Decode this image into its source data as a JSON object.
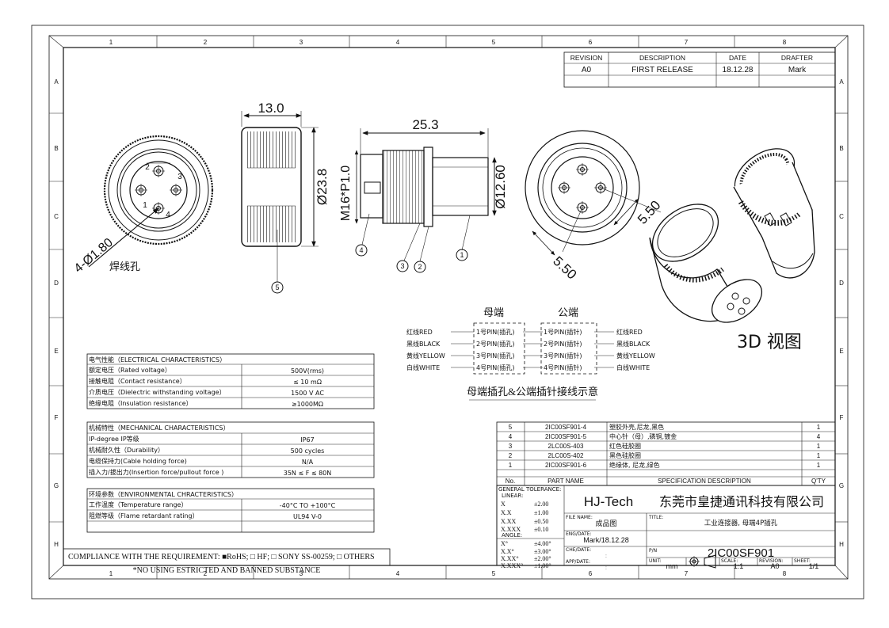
{
  "border": {
    "cols": [
      "1",
      "2",
      "3",
      "4",
      "5",
      "6",
      "7",
      "8"
    ],
    "rows": [
      "A",
      "B",
      "C",
      "D",
      "E",
      "F",
      "G",
      "H"
    ]
  },
  "revision": {
    "headers": [
      "REVISION",
      "DESCRIPTION",
      "DATE",
      "DRAFTER"
    ],
    "rows": [
      [
        "A0",
        "FIRST RELEASE",
        "18.12.28",
        "Mark"
      ]
    ]
  },
  "dims": {
    "d_front_hole": "4-Ø1.80",
    "weld_hole": "焊线孔",
    "len_13": "13.0",
    "dia_238": "Ø23.8",
    "len_253": "25.3",
    "thread": "M16*P1.0",
    "dia_126": "Ø12.60",
    "d550a": "5.50",
    "d550b": "5.50"
  },
  "callouts": [
    "1",
    "2",
    "3",
    "4",
    "5"
  ],
  "pins_front": [
    "1",
    "2",
    "3",
    "4"
  ],
  "view3d": "3D 视图",
  "wiring": {
    "female": "母端",
    "male": "公端",
    "caption": "母端插孔&公端插针接线示意",
    "left": [
      "红线RED",
      "黑线BLACK",
      "黄线YELLOW",
      "白线WHITE"
    ],
    "female_pins": [
      "1号PIN(插孔)",
      "2号PIN(插孔)",
      "3号PIN(插孔)",
      "4号PIN(插孔)"
    ],
    "male_pins": [
      "1号PIN(插针)",
      "2号PIN(插针)",
      "3号PIN(插针)",
      "4号PIN(插针)"
    ],
    "right": [
      "红线RED",
      "黑线BLACK",
      "黄线YELLOW",
      "白线WHITE"
    ]
  },
  "electrical": {
    "header": "电气性能（ELECTRICAL CHARACTERISTICS）",
    "rows": [
      [
        "额定电压（Rated voltage）",
        "500V(rms)"
      ],
      [
        "接触电阻（Contact resistance）",
        "≤ 10 mΩ"
      ],
      [
        "介质电压（Dielectric withstanding voltage）",
        "1500 V    AC"
      ],
      [
        "绝缘电阻（Insulation resistance）",
        "≥1000MΩ"
      ]
    ]
  },
  "mechanical": {
    "header": "机械特性（MECHANICAL CHARACTERISTICS）",
    "rows": [
      [
        "IP-degree IP等级",
        "IP67"
      ],
      [
        "机械耐久性（Durability）",
        "500 cycles"
      ],
      [
        "电缆保持力(Cable holding force)",
        "N/A"
      ],
      [
        "插入力/拔出力(Insertion force/pullout force )",
        "35N ≤ F ≤ 80N"
      ]
    ]
  },
  "environmental": {
    "header": "环境参数（ENVIRONMENTAL CHRACTERISTICS）",
    "rows": [
      [
        "工作温度（Temperature range）",
        "-40°C TO +100°C"
      ],
      [
        "阻燃等级（Flame retardant rating）",
        "UL94 V-0"
      ],
      [
        "",
        ""
      ]
    ]
  },
  "compliance": {
    "line1": "COMPLIANCE WITH THE REQUIREMENT: ■RoHS; □ HF; □ SONY SS-00259; □ OTHERS",
    "line2": "*NO USING ESTRICTED AND BANNED SUBSTANCE"
  },
  "bom": {
    "headers": [
      "No.",
      "PART NAME",
      "SPECIFICATION DESCRIPTION",
      "Q'TY"
    ],
    "rows": [
      [
        "5",
        "2IC00SF901-4",
        "塑胶外壳,尼龙,黑色",
        "1"
      ],
      [
        "4",
        "2IC00SF901-5",
        "中心针（母）,磷铜,镀金",
        "4"
      ],
      [
        "3",
        "2LC00S-403",
        "红色硅胶圈",
        "1"
      ],
      [
        "2",
        "2LC00S-402",
        "黑色硅胶圈",
        "1"
      ],
      [
        "1",
        "2IC00SF901-6",
        "绝缘体, 尼龙,绿色",
        "1"
      ]
    ]
  },
  "title_block": {
    "gt_label": "GENERAL TOLERANCE:",
    "linear_label": "LINEAR:",
    "angle_label": "ANGLE:",
    "tolerances": [
      [
        "X",
        "±2.00"
      ],
      [
        "X.X",
        "±1.00"
      ],
      [
        "X.XX",
        "±0.50"
      ],
      [
        "X.XXX",
        "±0.10"
      ],
      [
        "X°",
        "±4.00°"
      ],
      [
        "X.X°",
        "±3.00°"
      ],
      [
        "X.XX°",
        "±2.00°"
      ],
      [
        "X.XXX°",
        "±1.00°"
      ]
    ],
    "company_short": "HJ-Tech",
    "company_cn": "东莞市皇捷通讯科技有限公司",
    "file_label": "FILE NAME:",
    "file_value": "成品图",
    "title_label": "TITLE:",
    "title_value": "工业连接器, 母端4P插孔",
    "eng_label": "ENG/DATE:",
    "eng_value": "Mark/18.12.28",
    "che_label": "CHE/DATE:",
    "che_value": ":",
    "app_label": "APP/DATE:",
    "app_value": ":",
    "pn_label": "P/N",
    "pn_value": "2IC00SF901",
    "unit_label": "UNIT:",
    "unit_value": "mm",
    "scale_label": "SCALE:",
    "scale_value": "1:1",
    "rev_label": "REVISION:",
    "rev_value": "A0",
    "sheet_label": "SHEET:",
    "sheet_value": "1/1"
  }
}
